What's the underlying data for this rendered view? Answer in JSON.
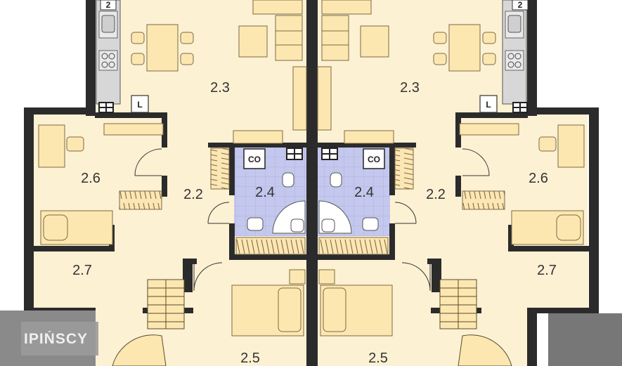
{
  "rooms": {
    "living_left": "2.3",
    "living_right": "2.3",
    "bedroom_small_left": "2.6",
    "bedroom_small_right": "2.6",
    "hall_left": "2.2",
    "hall_right": "2.2",
    "bath_left": "2.4",
    "bath_right": "2.4",
    "landing_left": "2.7",
    "landing_right": "2.7",
    "bedroom_main_left": "2.5",
    "bedroom_main_right": "2.5"
  },
  "fixtures": {
    "boiler_left": "CO",
    "boiler_right": "CO",
    "fridge_left": "L",
    "fridge_right": "L",
    "wall_marker_left": "2",
    "wall_marker_right": "2"
  },
  "watermark": "IPIŃSCY",
  "colors": {
    "floor": "#fdf1d3",
    "wall": "#2b2b2b",
    "furniture": "#fde7b0",
    "bath": "#c4c8ee",
    "counter": "#d7d7d7",
    "exterior": "#ffffff",
    "watermark_bg": "#8a8a8a"
  }
}
